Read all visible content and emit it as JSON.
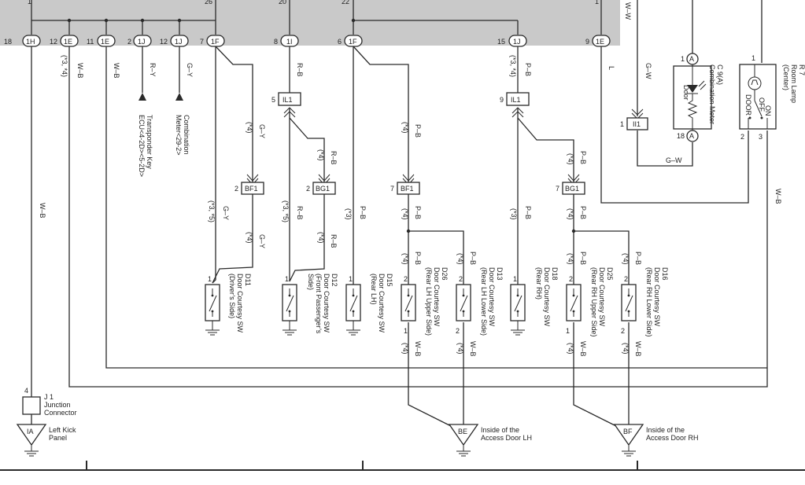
{
  "connector_pins": [
    {
      "id": "p1h",
      "num": "18",
      "code": "1H"
    },
    {
      "id": "p12e",
      "num": "12",
      "code": "1E"
    },
    {
      "id": "p11e",
      "num": "11",
      "code": "1E"
    },
    {
      "id": "p2j",
      "num": "2",
      "code": "1J"
    },
    {
      "id": "p12j",
      "num": "12",
      "code": "1J"
    },
    {
      "id": "p7f",
      "num": "7",
      "code": "1F"
    },
    {
      "id": "p8i",
      "num": "8",
      "code": "1I"
    },
    {
      "id": "p6f",
      "num": "6",
      "code": "1F"
    },
    {
      "id": "p15j",
      "num": "15",
      "code": "1J"
    },
    {
      "id": "p9e",
      "num": "9",
      "code": "1E"
    }
  ],
  "top_numbers": [
    "1",
    "26",
    "20",
    "22",
    "1"
  ],
  "wire_colors": {
    "wb": "W–B",
    "ry": "R–Y",
    "gy": "G–Y",
    "rb": "R–B",
    "pb": "P–B",
    "gw": "G–W",
    "l": "L"
  },
  "notes": {
    "n34": "(*3, *4)",
    "n4": "(*4)",
    "n35": "(*3, *5)",
    "n3": "(*3)"
  },
  "junctions": {
    "il1": "IL1",
    "il1_pin": "5",
    "il1b_pin": "9",
    "bf1": "BF1",
    "bg1": "BG1",
    "ii1": "II1",
    "ii1_pin": "1",
    "bf1_pin_a": "2",
    "bg1_pin_a": "2",
    "bf1_pin_b": "7",
    "bg1_pin_b": "7"
  },
  "refs": {
    "transponder": [
      "Transponder Key",
      "ECU<4-2D><5-2D>"
    ],
    "meter": [
      "Combination",
      "Meter<29-2>"
    ]
  },
  "combination_meter": {
    "title": [
      "C 9(A)",
      "Combination Meter"
    ],
    "door_label": "Door",
    "pin_top": "1",
    "pin_bottom": "18",
    "pin_code": "A"
  },
  "room_lamp": {
    "title": [
      "R 7",
      "Room Lamp",
      "(Center)"
    ],
    "door": "DOOR",
    "on": "ON",
    "off": "OFF",
    "pin1": "1",
    "pin2": "2",
    "pin3": "3"
  },
  "switches": [
    {
      "id": "d11",
      "lines": [
        "D11",
        "Door Courtesy SW",
        "(Driver’s Side)"
      ],
      "pin": "1"
    },
    {
      "id": "d12",
      "lines": [
        "D12",
        "Door Courtesy SW",
        "(Front Passenger’s",
        "Side)"
      ],
      "pin": "1"
    },
    {
      "id": "d15",
      "lines": [
        "D15",
        "Door Courtesy SW",
        "(Rear LH)"
      ],
      "pin": "1"
    },
    {
      "id": "d26",
      "lines": [
        "D26",
        "Door Courtesy SW",
        "(Rear LH Upper Side)"
      ],
      "pin": "2",
      "pin2": "1"
    },
    {
      "id": "d13",
      "lines": [
        "D13",
        "Door Courtesy SW",
        "(Rear LH Lower Side)"
      ],
      "pin": "2",
      "pin2": "2"
    },
    {
      "id": "d18",
      "lines": [
        "D18",
        "Door Courtesy SW",
        "(Rear RH)"
      ],
      "pin": "1"
    },
    {
      "id": "d25",
      "lines": [
        "D25",
        "Door Courtesy SW",
        "(Rear RH Upper Side)"
      ],
      "pin": "2",
      "pin2": "1"
    },
    {
      "id": "d16",
      "lines": [
        "D16",
        "Door Courtesy SW",
        "(Rear RH Lower Side)"
      ],
      "pin": "2",
      "pin2": "2"
    }
  ],
  "j1": {
    "pin": "4",
    "lines": [
      "J 1",
      "Junction",
      "Connector"
    ]
  },
  "grounds": [
    {
      "code": "IA",
      "lines": [
        "Left Kick",
        "Panel"
      ]
    },
    {
      "code": "BE",
      "lines": [
        "Inside of the",
        "Access Door LH"
      ]
    },
    {
      "code": "BF",
      "lines": [
        "Inside of the",
        "Access Door RH"
      ]
    }
  ],
  "edge_label": "W–W"
}
